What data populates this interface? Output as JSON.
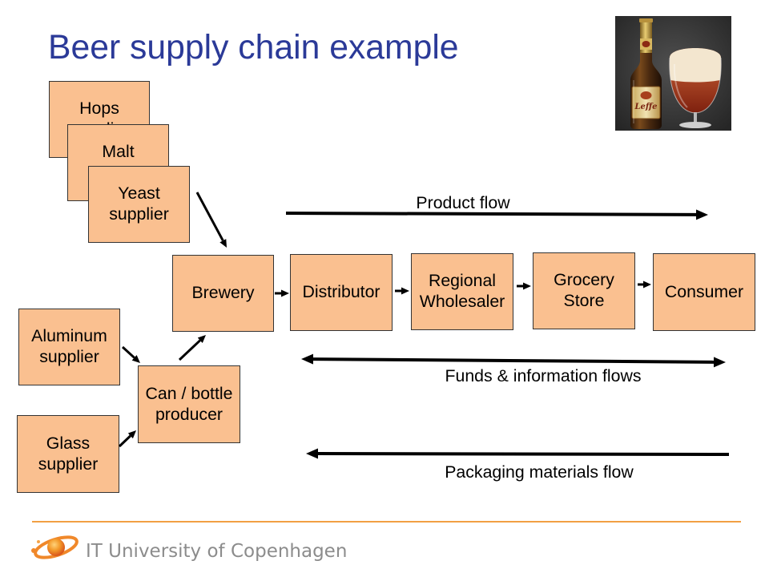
{
  "slide": {
    "title": "Beer supply chain example",
    "footer_org": "IT University of Copenhagen"
  },
  "photo": {
    "bottle_brand": "Leffe"
  },
  "nodes": {
    "hops": {
      "lines": [
        "Hops",
        "supplier"
      ]
    },
    "malt": {
      "lines": [
        "Malt"
      ]
    },
    "yeast": {
      "lines": [
        "Yeast",
        "supplier"
      ]
    },
    "brewery": {
      "lines": [
        "Brewery"
      ]
    },
    "distributor": {
      "lines": [
        "Distributor"
      ]
    },
    "regional_wholesaler": {
      "lines": [
        "Regional",
        "Wholesaler"
      ]
    },
    "grocery_store": {
      "lines": [
        "Grocery",
        "Store"
      ]
    },
    "consumer": {
      "lines": [
        "Consumer"
      ]
    },
    "aluminum": {
      "lines": [
        "Aluminum",
        "supplier"
      ]
    },
    "glass": {
      "lines": [
        "Glass",
        "supplier"
      ]
    },
    "can_bottle": {
      "lines": [
        "Can / bottle",
        "producer"
      ]
    }
  },
  "flows": {
    "product": "Product flow",
    "funds_information": "Funds & information flows",
    "packaging_materials": "Packaging materials flow"
  },
  "colors": {
    "title": "#2B3A98",
    "box_fill": "#FAC090",
    "box_border": "#333333",
    "arrow": "#000000",
    "footer_rule": "#F2A043",
    "footer_text": "#8C8C8C",
    "text": "#000000"
  },
  "icons": {
    "footer_logo": "itu-logo-icon"
  }
}
